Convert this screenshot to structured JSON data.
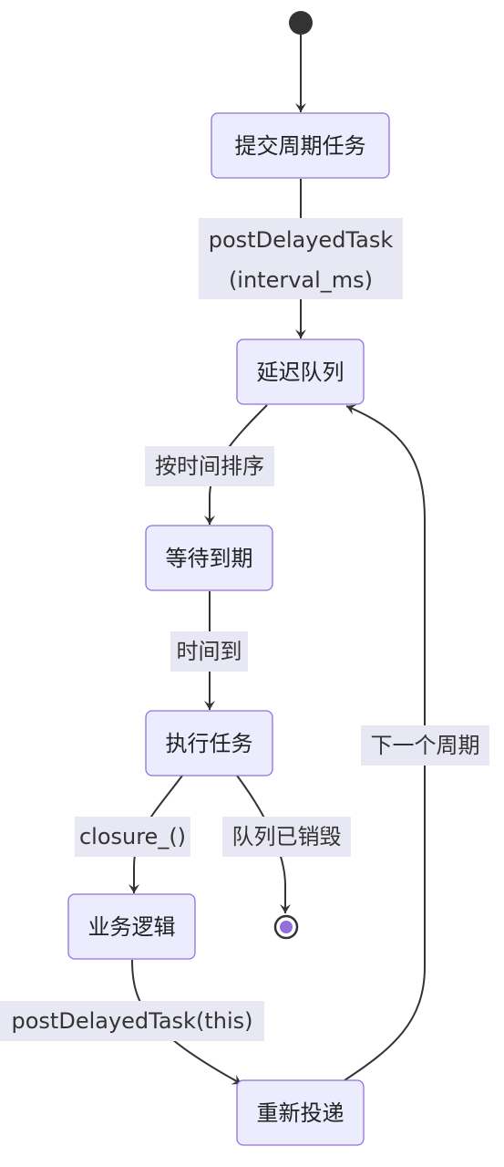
{
  "colors": {
    "node_fill": "#ececff",
    "node_stroke": "#9370db",
    "edge": "#333333",
    "start_marker": "#333333",
    "end_marker_inner": "#9370db",
    "label_background": "#e8e8f4"
  },
  "states": {
    "submit": "提交周期任务",
    "delay_queue": "延迟队列",
    "wait": "等待到期",
    "execute": "执行任务",
    "business": "业务逻辑",
    "repost": "重新投递"
  },
  "transitions": {
    "post_line1": "postDelayedTask",
    "post_line2": "(interval_ms)",
    "sort": "按时间排序",
    "time_up": "时间到",
    "closure": "closure_()",
    "destroyed": "队列已销毁",
    "post_this": "postDelayedTask(this)",
    "next_cycle": "下一个周期"
  },
  "markers": {
    "start": "start-state",
    "end": "end-state"
  }
}
